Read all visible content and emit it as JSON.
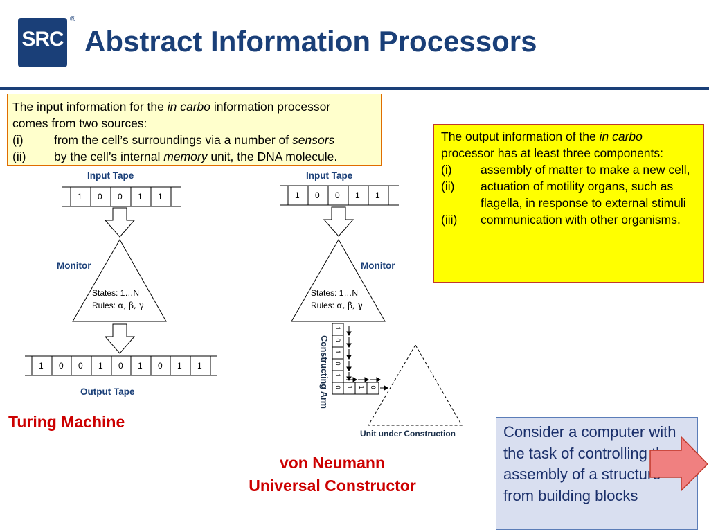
{
  "header": {
    "logo_text": "SRC",
    "registered_mark": "®",
    "title": "Abstract Information Processors"
  },
  "input_box": {
    "line1_pre": "The input information for the ",
    "line1_em": "in carbo",
    "line1_post": " information processor",
    "line2": "comes from two sources:",
    "items": [
      {
        "num": "(i)",
        "pre": "from the cell’s surroundings via a number of ",
        "em": "sensors",
        "post": ""
      },
      {
        "num": "(ii)",
        "pre": "by the cell’s internal ",
        "em": "memory",
        "post": " unit, the DNA molecule."
      }
    ]
  },
  "output_box": {
    "line1_pre": "The output information of the ",
    "line1_em": "in carbo",
    "line2": "processor has at least three components:",
    "items": [
      {
        "num": "(i)",
        "text": "assembly of matter to make a new cell,"
      },
      {
        "num": "(ii)",
        "text": "actuation of motility organs, such as flagella, in response to external stimuli"
      },
      {
        "num": "(iii)",
        "text": "communication with other organisms."
      }
    ]
  },
  "turing": {
    "input_tape_label": "Input Tape",
    "input_tape": [
      "1",
      "0",
      "0",
      "1",
      "1"
    ],
    "monitor_label": "Monitor",
    "states": "States: 1…N",
    "rules_prefix": "Rules: ",
    "rules_symbols": "α, β, γ",
    "output_tape": [
      "1",
      "0",
      "0",
      "1",
      "0",
      "1",
      "0",
      "1",
      "1"
    ],
    "output_tape_label": "Output Tape",
    "caption": "Turing Machine"
  },
  "vonneumann": {
    "input_tape_label": "Input Tape",
    "input_tape": [
      "1",
      "0",
      "0",
      "1",
      "1"
    ],
    "monitor_label": "Monitor",
    "states": "States: 1…N",
    "rules_prefix": "Rules: ",
    "rules_symbols": "α, β, γ",
    "arm_vertical": [
      "1",
      "0",
      "1",
      "0",
      "1",
      "0"
    ],
    "arm_horizontal": [
      "1",
      "1",
      "0"
    ],
    "arm_label": "Constructing Arm",
    "unit_label": "Unit under Construction",
    "caption_line1": "von Neumann",
    "caption_line2": "Universal Constructor"
  },
  "consider_box": {
    "text": "Consider a computer with the task of controlling the assembly of a structure from building blocks"
  },
  "colors": {
    "brand_blue": "#1a3f78",
    "caption_red": "#cc0000",
    "input_box_bg": "#ffffcc",
    "output_box_bg": "#ffff00",
    "consider_bg": "#d9dff0",
    "arrow_pink": "#f08080"
  }
}
